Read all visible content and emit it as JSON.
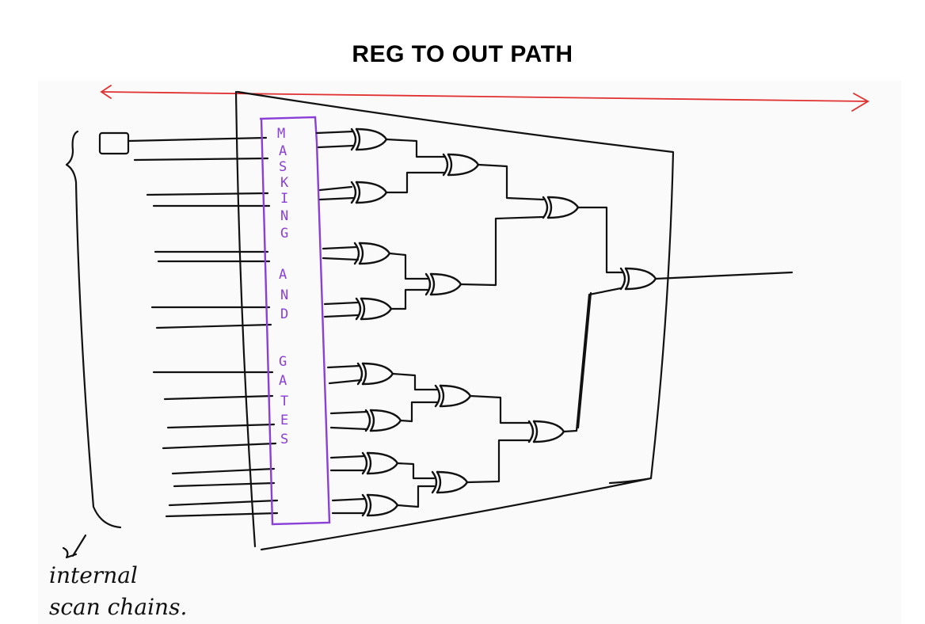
{
  "title": "REG TO OUT PATH",
  "masking_block": {
    "letters": [
      "M",
      "A",
      "S",
      "K",
      "I",
      "N",
      "G",
      "",
      "A",
      "N",
      "D",
      "",
      "G",
      "A",
      "T",
      "E",
      "S"
    ]
  },
  "annotation": {
    "line1": "internal",
    "line2": "scan chains."
  },
  "colors": {
    "ink": "#111111",
    "masking": "#8a3fd6",
    "arrow": "#e03030",
    "background": "#fafafa"
  }
}
